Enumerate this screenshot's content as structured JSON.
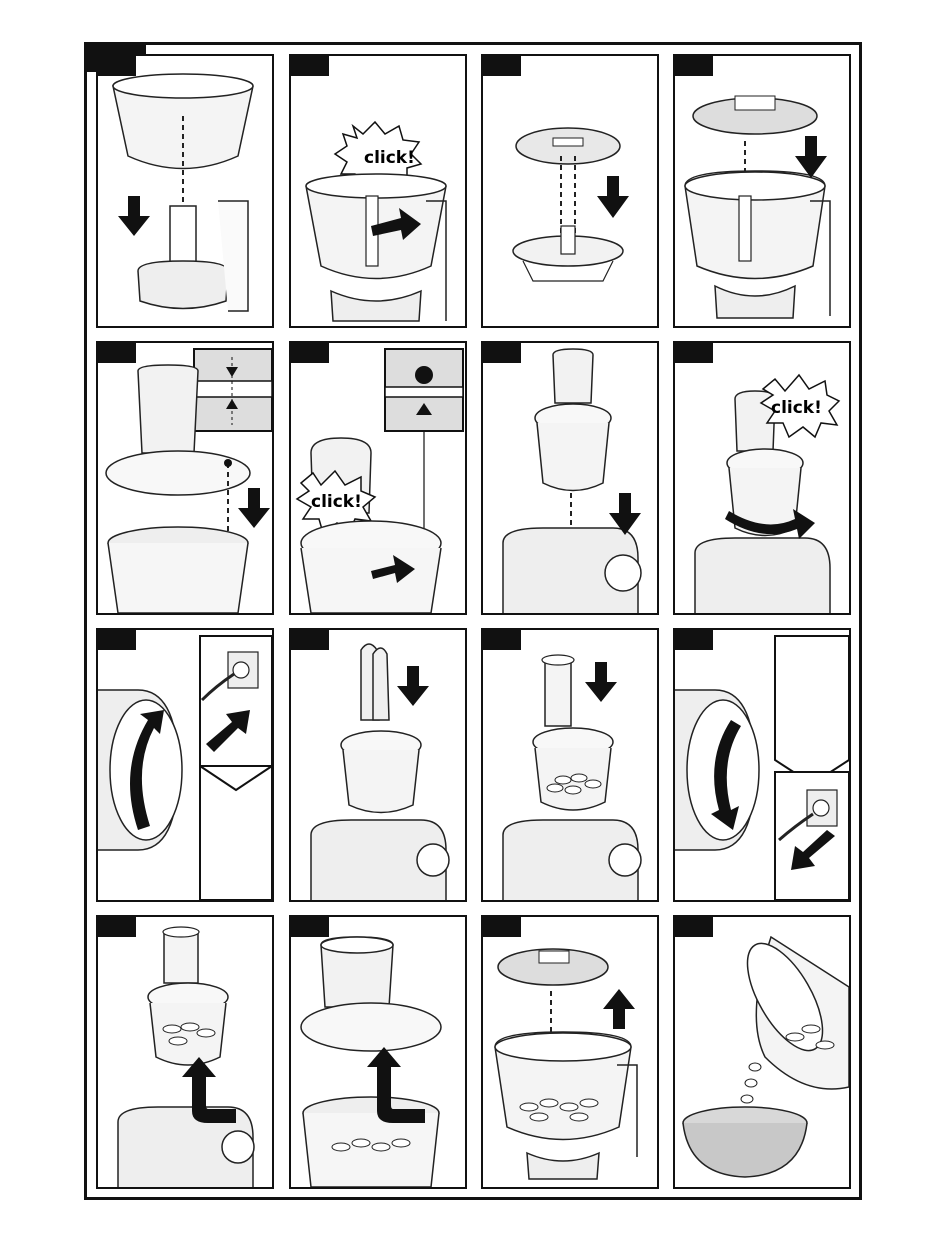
{
  "panels": [
    {
      "step": "",
      "callout": ""
    },
    {
      "step": "",
      "callout": "click!"
    },
    {
      "step": "",
      "callout": ""
    },
    {
      "step": "",
      "callout": ""
    },
    {
      "step": "",
      "callout": ""
    },
    {
      "step": "",
      "callout": "click!"
    },
    {
      "step": "",
      "callout": ""
    },
    {
      "step": "",
      "callout": "click!"
    },
    {
      "step": "",
      "callout": ""
    },
    {
      "step": "",
      "callout": ""
    },
    {
      "step": "",
      "callout": ""
    },
    {
      "step": "",
      "callout": ""
    },
    {
      "step": "",
      "callout": ""
    },
    {
      "step": "",
      "callout": ""
    },
    {
      "step": "",
      "callout": ""
    },
    {
      "step": "",
      "callout": ""
    }
  ]
}
